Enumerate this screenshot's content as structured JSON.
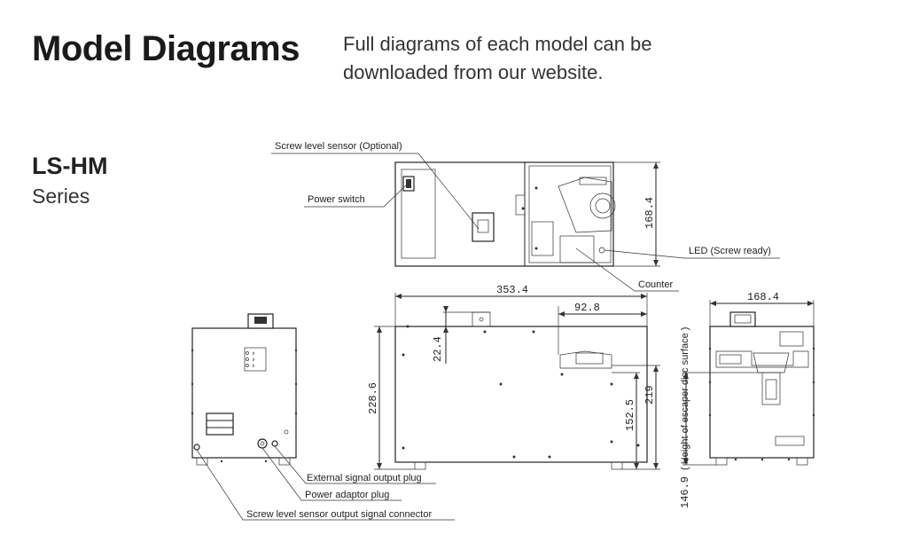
{
  "header": {
    "title": "Model Diagrams",
    "subtitle_line1": "Full diagrams of each model can be",
    "subtitle_line2": "downloaded from our website."
  },
  "series": {
    "name": "LS-HM",
    "label": "Series"
  },
  "callouts": {
    "screw_level_sensor": "Screw level sensor (Optional)",
    "power_switch": "Power switch",
    "led": "LED (Screw ready)",
    "counter": "Counter",
    "external_signal": "External signal output plug",
    "power_adaptor": "Power adaptor plug",
    "sensor_connector": "Screw level sensor output signal connector"
  },
  "dimensions": {
    "top_depth": "168.4",
    "side_width": "353.4",
    "side_inset": "92.8",
    "side_offset": "22.4",
    "side_height": "228.6",
    "side_inner_height": "152.5",
    "side_total_right": "219",
    "front_width": "168.4",
    "escaper_height": "146.9",
    "escaper_label": "( Height of escaper disc surface )"
  }
}
